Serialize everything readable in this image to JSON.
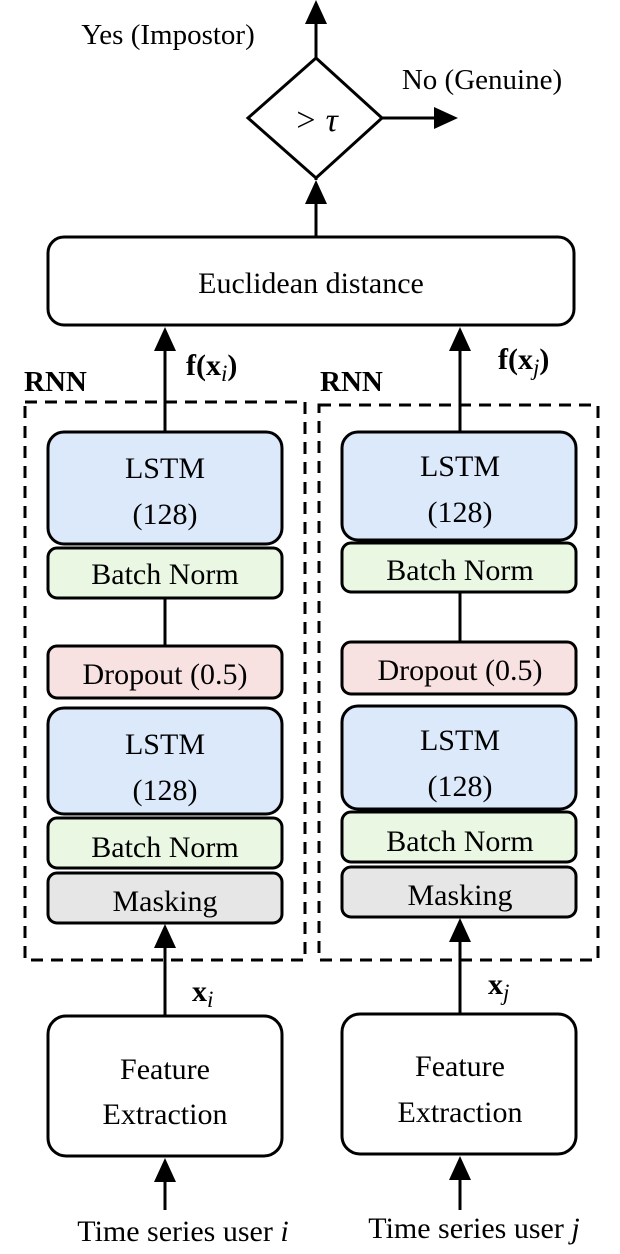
{
  "decision": {
    "yes_label": "Yes (Impostor)",
    "no_label": "No (Genuine)",
    "threshold_label": "> τ"
  },
  "distance_label": "Euclidean distance",
  "colors": {
    "lstm": "#dbe9fb",
    "batch_norm": "#eaf7e2",
    "dropout": "#f8e1e1",
    "masking": "#e6e6e6"
  },
  "branches": [
    {
      "rnn_label": "RNN",
      "output_label": {
        "main": "f(x",
        "sub": "i",
        "close": ")"
      },
      "input_label": {
        "main": "x",
        "sub": "i"
      },
      "lstm1": {
        "line1": "LSTM",
        "line2": "(128)"
      },
      "batch_norm1": "Batch Norm",
      "dropout": "Dropout (0.5)",
      "lstm2": {
        "line1": "LSTM",
        "line2": "(128)"
      },
      "batch_norm2": "Batch Norm",
      "masking": "Masking",
      "feature": {
        "line1": "Feature",
        "line2": "Extraction"
      },
      "source": {
        "text": "Time series user ",
        "var": "i"
      }
    },
    {
      "rnn_label": "RNN",
      "output_label": {
        "main": "f(x",
        "sub": "j",
        "close": ")"
      },
      "input_label": {
        "main": "x",
        "sub": "j"
      },
      "lstm1": {
        "line1": "LSTM",
        "line2": "(128)"
      },
      "batch_norm1": "Batch Norm",
      "dropout": "Dropout (0.5)",
      "lstm2": {
        "line1": "LSTM",
        "line2": "(128)"
      },
      "batch_norm2": "Batch Norm",
      "masking": "Masking",
      "feature": {
        "line1": "Feature",
        "line2": "Extraction"
      },
      "source": {
        "text": "Time series user ",
        "var": "j"
      }
    }
  ]
}
